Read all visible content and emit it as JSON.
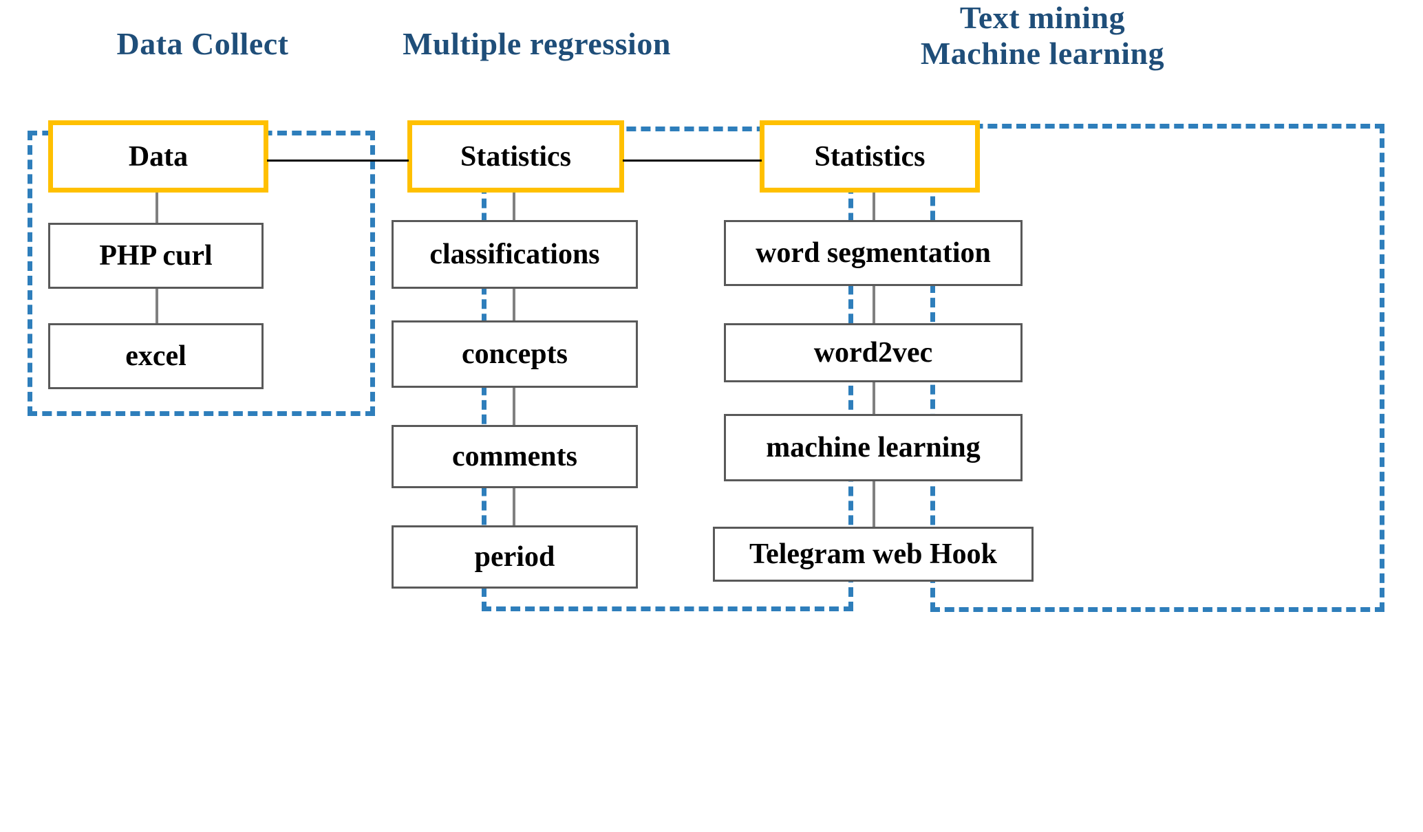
{
  "diagram": {
    "title_color": "#1F4E79",
    "accent_color": "#FFC000",
    "group_border_color": "#2E7EBB",
    "node_border_color": "#595959",
    "connector_color": "#808080",
    "columns": [
      {
        "id": "data-collect",
        "heading": "Data Collect",
        "nodes": [
          {
            "label": "Data",
            "style": "accent"
          },
          {
            "label": "PHP curl",
            "style": "plain"
          },
          {
            "label": "excel",
            "style": "plain"
          }
        ]
      },
      {
        "id": "multiple-regression",
        "heading": "Multiple regression",
        "nodes": [
          {
            "label": "Statistics",
            "style": "accent"
          },
          {
            "label": "classifications",
            "style": "plain"
          },
          {
            "label": "concepts",
            "style": "plain"
          },
          {
            "label": "comments",
            "style": "plain"
          },
          {
            "label": "period",
            "style": "plain"
          }
        ]
      },
      {
        "id": "text-mining-machine-learning",
        "heading": "Text mining\nMachine learning",
        "nodes": [
          {
            "label": "Statistics",
            "style": "accent"
          },
          {
            "label": "word segmentation",
            "style": "plain"
          },
          {
            "label": "word2vec",
            "style": "plain"
          },
          {
            "label": "machine learning",
            "style": "plain"
          },
          {
            "label": "Telegram web Hook",
            "style": "plain"
          }
        ]
      }
    ],
    "links": [
      {
        "from": "Data",
        "to": "Statistics"
      },
      {
        "from": "Statistics",
        "to": "Statistics"
      }
    ]
  }
}
